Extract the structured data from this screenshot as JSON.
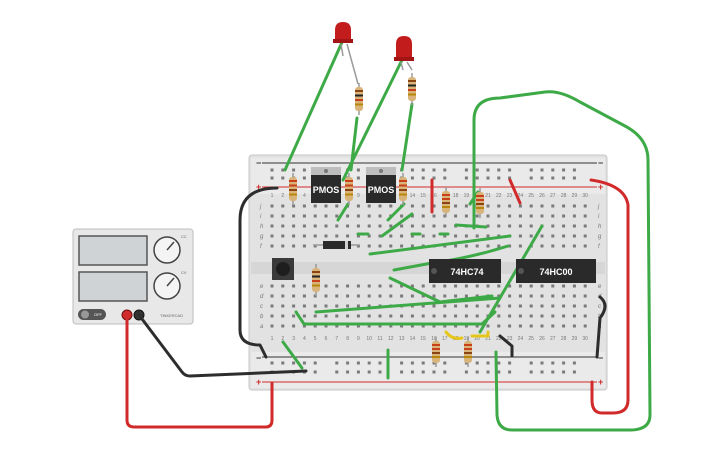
{
  "breadboard": {
    "plus_sign": "+",
    "minus_sign": "−",
    "columns": [
      "1",
      "2",
      "3",
      "4",
      "5",
      "6",
      "7",
      "8",
      "9",
      "10",
      "11",
      "12",
      "13",
      "14",
      "15",
      "16",
      "17",
      "18",
      "19",
      "20",
      "21",
      "22",
      "23",
      "24",
      "25",
      "26",
      "27",
      "28",
      "29",
      "30"
    ],
    "rows_top": [
      "j",
      "i",
      "h",
      "g",
      "f"
    ],
    "rows_bottom": [
      "e",
      "d",
      "c",
      "b",
      "a"
    ],
    "colors": {
      "body": "#e2e2e2",
      "rail_red": "#d12a2a",
      "rail_dark": "#333333",
      "hole": "#7a7a7a"
    }
  },
  "chips": [
    {
      "label": "74HC74"
    },
    {
      "label": "74HC00"
    }
  ],
  "transistors": [
    {
      "label": "PMOS"
    },
    {
      "label": "PMOS"
    }
  ],
  "power_supply": {
    "switch_label": "OFF",
    "knob_labels": [
      "CC",
      "CV"
    ],
    "brand": "TINKERCAD"
  },
  "wire_colors": {
    "green": "#3daa47",
    "red": "#d12a2a",
    "black": "#2d2d2d",
    "yellow": "#e6c619"
  }
}
